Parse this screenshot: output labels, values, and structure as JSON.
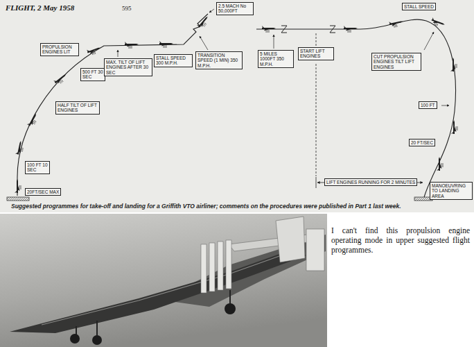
{
  "diagram": {
    "title": "FLIGHT, 2 May 1958",
    "caption": "Suggested programmes for take-off and landing for a Griffith VTO airliner; comments on the procedures were published in Part 1 last week.",
    "nodes": [
      {
        "text": [
          "20FT/SEC MAX"
        ]
      },
      {
        "text": [
          "100 FT 10 SEC"
        ]
      },
      {
        "text": [
          "HALF TILT OF LIFT ENGINES"
        ]
      },
      {
        "text": [
          "PROPULSION ENGINES LIT"
        ]
      },
      {
        "text": [
          "500 FT 30 SEC"
        ]
      },
      {
        "text": [
          "MAX. TILT OF LIFT ENGINES AFTER 30 SEC"
        ]
      },
      {
        "text": [
          "STALL SPEED 300 M.P.H."
        ]
      },
      {
        "text": [
          "TRANSITION SPEED (1 MIN) 350 M.P.H."
        ]
      },
      {
        "text": [
          "2.5 MACH No 50,000FT"
        ]
      },
      {
        "text": [
          "5 MILES 1000FT 350 M.P.H."
        ]
      },
      {
        "text": [
          "START LIFT ENGINES"
        ]
      },
      {
        "text": [
          "CUT PROPULSION ENGINES TILT LIFT ENGINES"
        ]
      },
      {
        "text": [
          "STALL SPEED"
        ]
      },
      {
        "text": [
          "100 FT"
        ]
      },
      {
        "text": [
          "20 FT/SEC"
        ]
      },
      {
        "text": [
          "LIFT ENGINES RUNNING FOR 2 MINUTES"
        ]
      },
      {
        "text": [
          "MANOEUVRING TO LANDING AREA"
        ]
      }
    ],
    "labels": [
      "595",
      "I can't find this propulsion engine operating mode in upper suggested flight programmes."
    ]
  }
}
